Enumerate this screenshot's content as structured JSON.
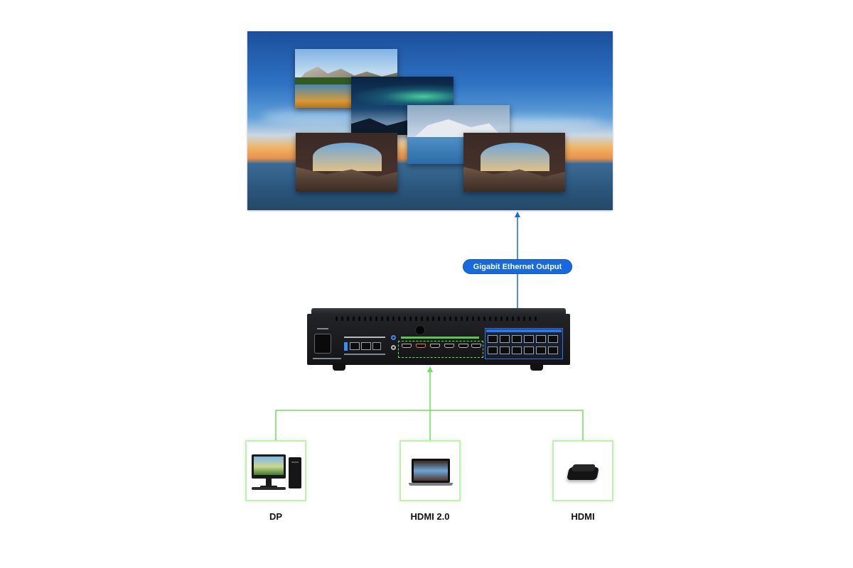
{
  "connection": {
    "output_label": "Gigabit Ethernet Output"
  },
  "sources": [
    {
      "label": "DP",
      "icon": "desktop-computer-icon"
    },
    {
      "label": "HDMI 2.0",
      "icon": "laptop-icon"
    },
    {
      "label": "HDMI",
      "icon": "media-box-icon"
    }
  ],
  "colors": {
    "output_line": "#1769e0",
    "input_line": "#6ee05a",
    "source_border": "#c3efb6"
  }
}
